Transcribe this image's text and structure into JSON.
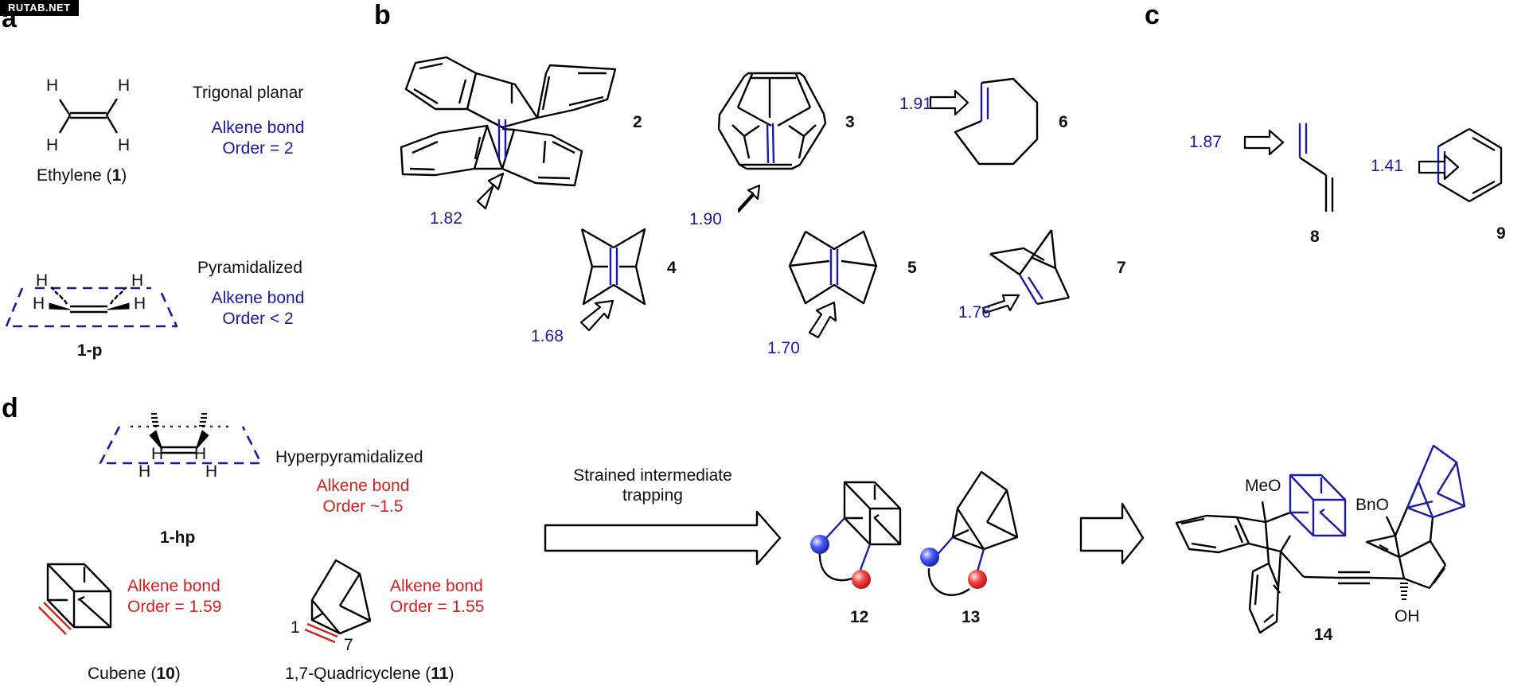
{
  "watermark": "RUTAB.NET",
  "colors": {
    "bond_blue": "#1a1aa6",
    "bond_red": "#d42020",
    "line": "#000000",
    "sphere_blue": "#2a3ad8",
    "sphere_red": "#e02a2a"
  },
  "panel_a": {
    "label": "a",
    "ethylene": {
      "name": "Ethylene (",
      "number": "1",
      "close": ")",
      "atom": "H",
      "geometry": "Trigonal planar",
      "bond_line1": "Alkene bond",
      "bond_line2": "Order = 2"
    },
    "pyramidalized": {
      "label": "1-p",
      "atom": "H",
      "geometry": "Pyramidalized",
      "bond_line1": "Alkene bond",
      "bond_line2": "Order < 2"
    }
  },
  "panel_b": {
    "label": "b",
    "compounds": [
      {
        "number": "2",
        "bond_order": "1.82"
      },
      {
        "number": "3",
        "bond_order": "1.90"
      },
      {
        "number": "4",
        "bond_order": "1.68"
      },
      {
        "number": "5",
        "bond_order": "1.70"
      },
      {
        "number": "6",
        "bond_order": "1.91"
      },
      {
        "number": "7",
        "bond_order": "1.76"
      }
    ]
  },
  "panel_c": {
    "label": "c",
    "compounds": [
      {
        "number": "8",
        "bond_order": "1.87"
      },
      {
        "number": "9",
        "bond_order": "1.41"
      }
    ]
  },
  "panel_d": {
    "label": "d",
    "hyperpyramidalized": {
      "label": "1-hp",
      "atom": "H",
      "geometry": "Hyperpyramidalized",
      "bond_line1": "Alkene bond",
      "bond_line2": "Order ~1.5"
    },
    "cubene": {
      "name": "Cubene (",
      "number": "10",
      "close": ")",
      "bond_line1": "Alkene bond",
      "bond_line2": "Order = 1.59"
    },
    "quadricyclene": {
      "name": "1,7-Quadricyclene (",
      "number": "11",
      "close": ")",
      "bond_line1": "Alkene bond",
      "bond_line2": "Order = 1.55",
      "atom_label_1": "1",
      "atom_label_7": "7"
    },
    "arrow_text_line1": "Strained intermediate",
    "arrow_text_line2": "trapping",
    "intermediates": [
      {
        "number": "12"
      },
      {
        "number": "13"
      }
    ],
    "product": {
      "number": "14",
      "substituent_meo": "MeO",
      "substituent_bno": "BnO",
      "substituent_oh": "OH"
    }
  }
}
